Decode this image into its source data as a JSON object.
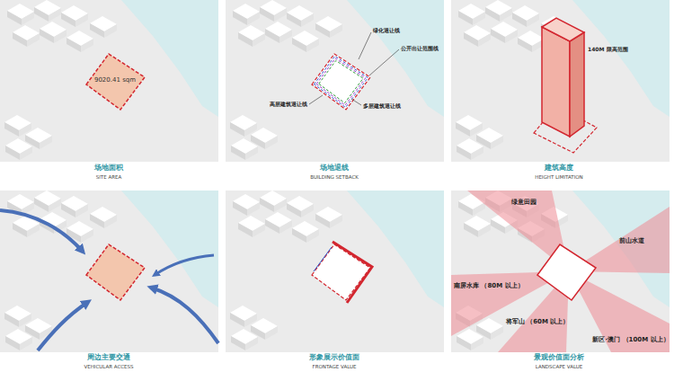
{
  "diagram": {
    "labels": [
      "9020.41 sqm",
      "场地面积",
      "SITE AREA",
      "绿化退让线",
      "公开出让范围线",
      "高层建筑退让线",
      "多层建筑退让线",
      "场地退线",
      "BUILDING SETBACK",
      "140M 限高范围",
      "建筑高度",
      "HEIGHT LIMITATION",
      "周边主要交通",
      "VEHICULAR ACCESS",
      "形象展示价值面",
      "FRONTAGE VALUE",
      "绿意田园",
      "前山水道",
      "南屏水库 （80M 以上）",
      "将军山 （60M 以上）",
      "新区·澳门 （100M 以上）",
      "景观价值面分析",
      "LANDSCAPE VALUE"
    ]
  }
}
